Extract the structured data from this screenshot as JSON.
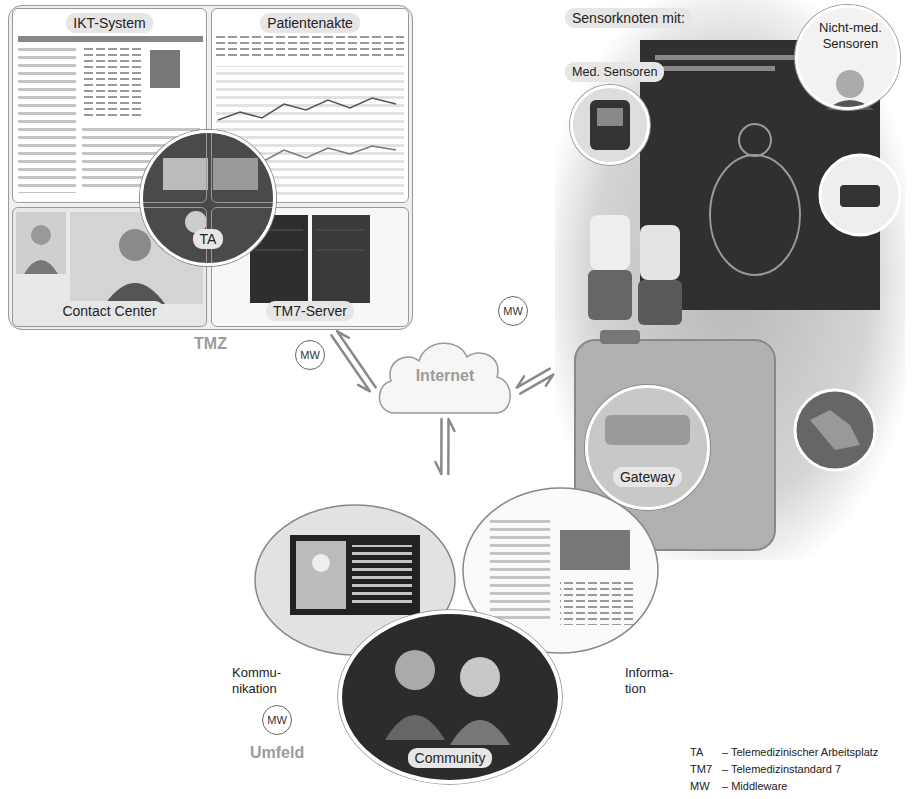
{
  "diagram": {
    "nodes": [
      {
        "text": [
          "TMZ"
        ]
      },
      {
        "text": [
          "IKT-System"
        ],
        "in": 0
      },
      {
        "text": [
          "Patientenakte"
        ],
        "in": 0
      },
      {
        "text": [
          "Contact Center"
        ],
        "in": 0
      },
      {
        "text": [
          "TM7-Server"
        ],
        "in": 0
      },
      {
        "text": [
          "TA"
        ],
        "in": 0
      },
      {
        "text": [
          "MW"
        ]
      },
      {
        "text": [
          "Internet"
        ]
      },
      {
        "text": [
          "MW"
        ]
      },
      {
        "text": [
          "Sensorknoten mit:"
        ]
      },
      {
        "text": [
          "Med. Sensoren"
        ],
        "in": 9
      },
      {
        "text": [
          "Nicht-med. Sensoren"
        ],
        "in": 9
      },
      {
        "text": [
          "Gateway"
        ],
        "in": 9
      },
      {
        "text": [
          "Umfeld"
        ]
      },
      {
        "text": [
          "Kommu- nikation"
        ],
        "in": 13
      },
      {
        "text": [
          "Informa- tion"
        ],
        "in": 13
      },
      {
        "text": [
          "Community"
        ],
        "in": 13
      },
      {
        "text": [
          "MW"
        ],
        "in": 13
      }
    ],
    "edges": [
      {
        "from": 0,
        "to": 7,
        "arrow": "both"
      },
      {
        "from": 7,
        "to": 9,
        "arrow": "both"
      },
      {
        "from": 7,
        "to": 13,
        "arrow": "both"
      }
    ],
    "labels": [
      "TA",
      "– Telemedizinischer Arbeitsplatz",
      "TM7",
      "– Telemedizinstandard 7",
      "MW",
      "– Middleware"
    ]
  }
}
